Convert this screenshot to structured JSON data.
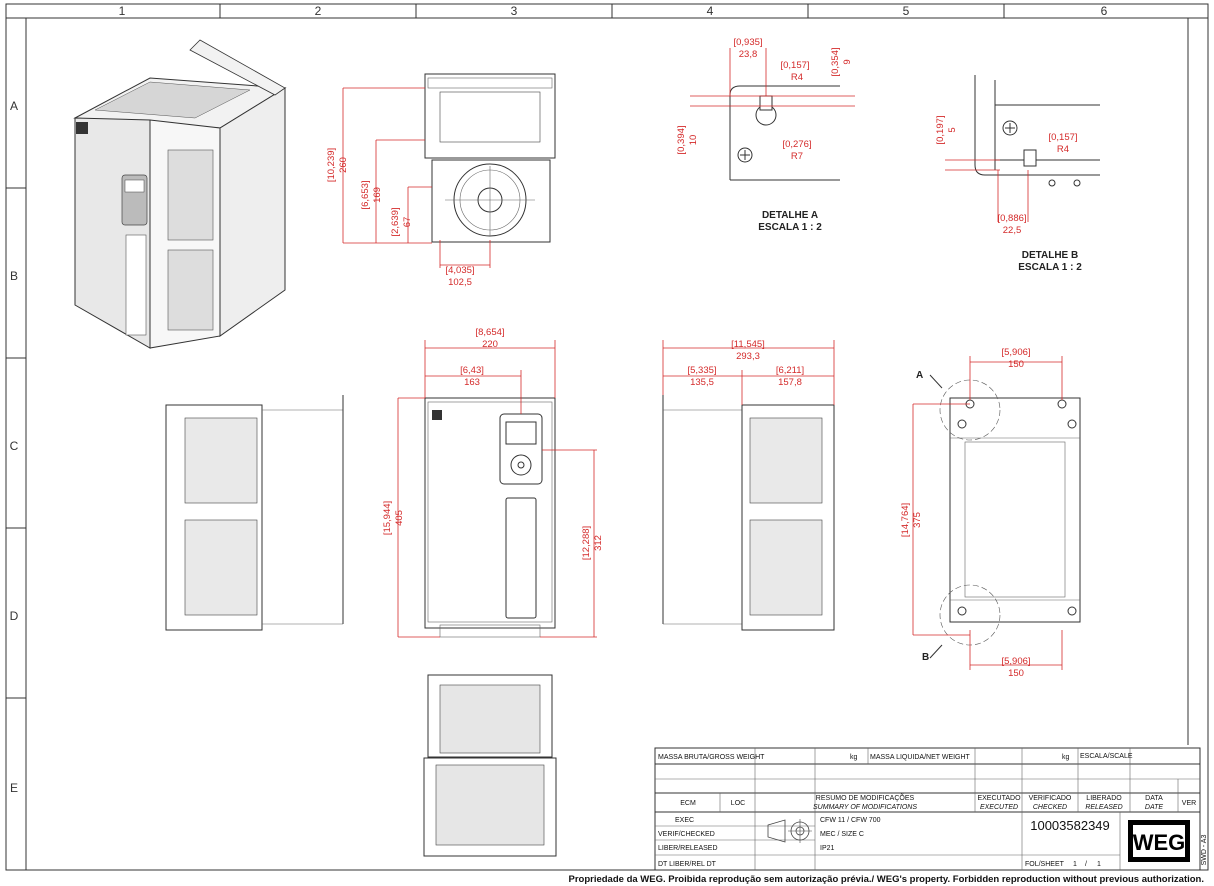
{
  "grid": {
    "columns": [
      "1",
      "2",
      "3",
      "4",
      "5",
      "6"
    ],
    "rows": [
      "A",
      "B",
      "C",
      "D",
      "E"
    ]
  },
  "top_view_dims": {
    "width": [
      "[4,035]",
      "102,5"
    ],
    "h1": [
      "[10,239]",
      "260"
    ],
    "h2": [
      "[6,653]",
      "169"
    ],
    "h3": [
      "[2,639]",
      "67"
    ]
  },
  "front_view_dims": {
    "width": [
      "[8,654]",
      "220"
    ],
    "hmi": [
      "[6,43]",
      "163"
    ],
    "height": [
      "[15,944]",
      "405"
    ],
    "h_right": [
      "[12,288]",
      "312"
    ]
  },
  "side_view_dims": {
    "total": [
      "[11,545]",
      "293,3"
    ],
    "left": [
      "[5,335]",
      "135,5"
    ],
    "right": [
      "[6,211]",
      "157,8"
    ]
  },
  "rear_view_dims": {
    "top": [
      "[5,906]",
      "150"
    ],
    "height": [
      "[14,764]",
      "375"
    ],
    "bottom": [
      "[5,906]",
      "150"
    ],
    "label_a": "A",
    "label_b": "B"
  },
  "detail_a": {
    "title": "DETALHE A",
    "scale": "ESCALA 1 : 2",
    "d1": [
      "[0,935]",
      "23,8"
    ],
    "d2": [
      "[0,354]",
      "9"
    ],
    "d3": [
      "[0,157]",
      "R4"
    ],
    "d4": [
      "[0,394]",
      "10"
    ],
    "d5": [
      "[0,276]",
      "R7"
    ]
  },
  "detail_b": {
    "title": "DETALHE B",
    "scale": "ESCALA 1 : 2",
    "d1": [
      "[0,197]",
      "5"
    ],
    "d2": [
      "[0,157]",
      "R4"
    ],
    "d3": [
      "[0,886]",
      "22,5"
    ]
  },
  "title_block": {
    "gross_weight": "MASSA BRUTA/GROSS WEIGHT",
    "kg1": "kg",
    "net_weight": "MASSA LIQUIDA/NET WEIGHT",
    "kg2": "kg",
    "scale": "ESCALA/SCALE",
    "ecm": "ECM",
    "loc": "LOC",
    "summary_pt": "RESUMO DE MODIFICAÇÕES",
    "summary_en": "SUMMARY OF MODIFICATIONS",
    "executado": "EXECUTADO",
    "executed": "EXECUTED",
    "verificado": "VERIFICADO",
    "checked": "CHECKED",
    "liberado": "LIBERADO",
    "released": "RELEASED",
    "data": "DATA",
    "date": "DATE",
    "ver": "VER",
    "exec": "EXEC",
    "verif": "VERIF/CHECKED",
    "liber": "LIBER/RELEASED",
    "dt": "DT LIBER/REL DT",
    "desc1": "CFW 11 / CFW 700",
    "desc2": "MEC / SIZE C",
    "desc3": "IP21",
    "drawing_number": "10003582349",
    "sheet_label": "FOL/SHEET",
    "sheet": "1",
    "sheet_sep": "/",
    "sheet_total": "1",
    "logo": "WEG",
    "format": "SWD - A3"
  },
  "footer": "Propriedade da WEG. Proibida reprodução sem autorização prévia./ WEG's property. Forbidden reproduction without previous authorization."
}
